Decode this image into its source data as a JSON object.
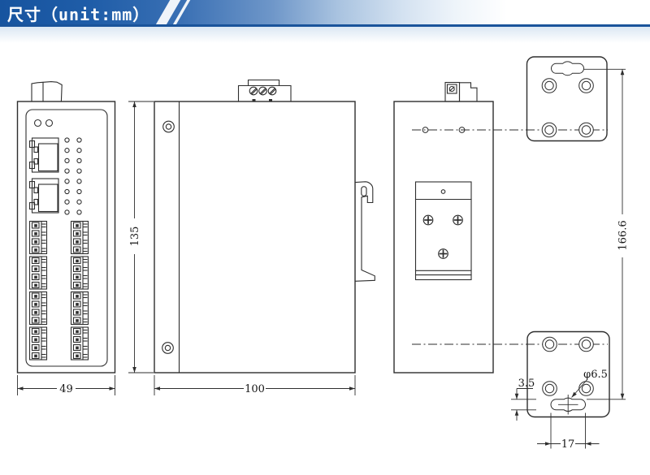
{
  "header": {
    "title": "尺寸（unit:mm）",
    "banner_color": "#17549f",
    "underline_color": "#1a549b",
    "title_color": "#ffffff"
  },
  "drawing": {
    "line_color": "#2e2e2e",
    "dimensions": {
      "front_width": "49",
      "height": "135",
      "depth": "100",
      "bracket_hole_span": "166.6",
      "slot_edge_offset": "3.5",
      "keyhole_diameter": "φ6.5",
      "slot_length": "17"
    }
  }
}
